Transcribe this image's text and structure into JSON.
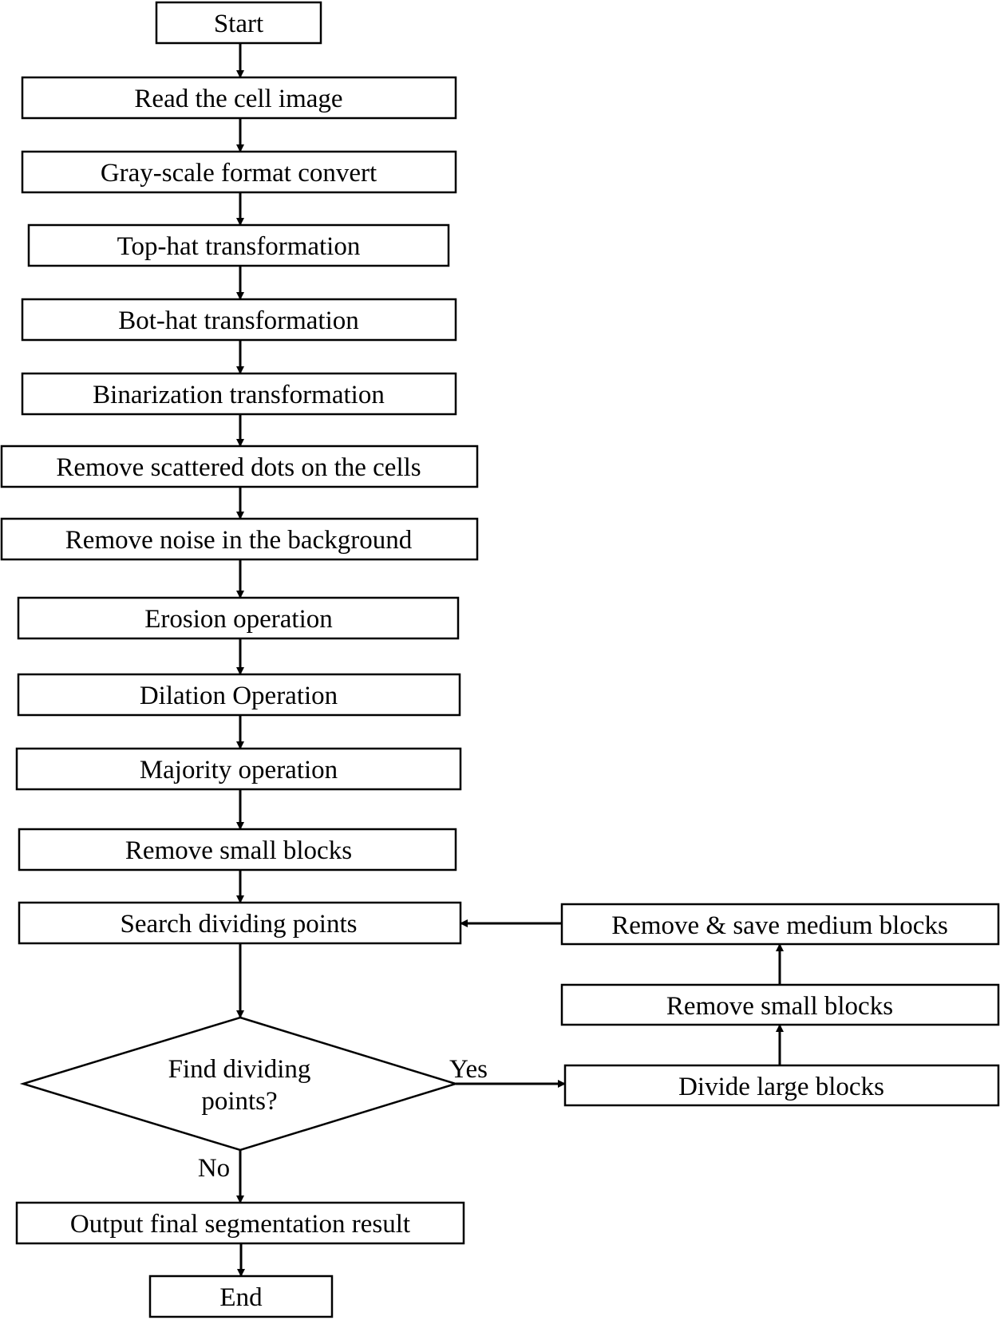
{
  "flowchart": {
    "start": "Start",
    "steps": [
      "Read the cell image",
      "Gray-scale format convert",
      "Top-hat transformation",
      "Bot-hat transformation",
      "Binarization transformation",
      "Remove scattered dots on the cells",
      "Remove noise in the background",
      "Erosion operation",
      "Dilation Operation",
      "Majority operation",
      "Remove small blocks",
      "Search dividing points"
    ],
    "decision": [
      "Find dividing",
      "points?"
    ],
    "yes_label": "Yes",
    "no_label": "No",
    "loop_steps": {
      "divide": "Divide large blocks",
      "remove_small": "Remove small blocks",
      "remove_save": "Remove & save medium blocks"
    },
    "output": "Output final segmentation result",
    "end": "End"
  }
}
